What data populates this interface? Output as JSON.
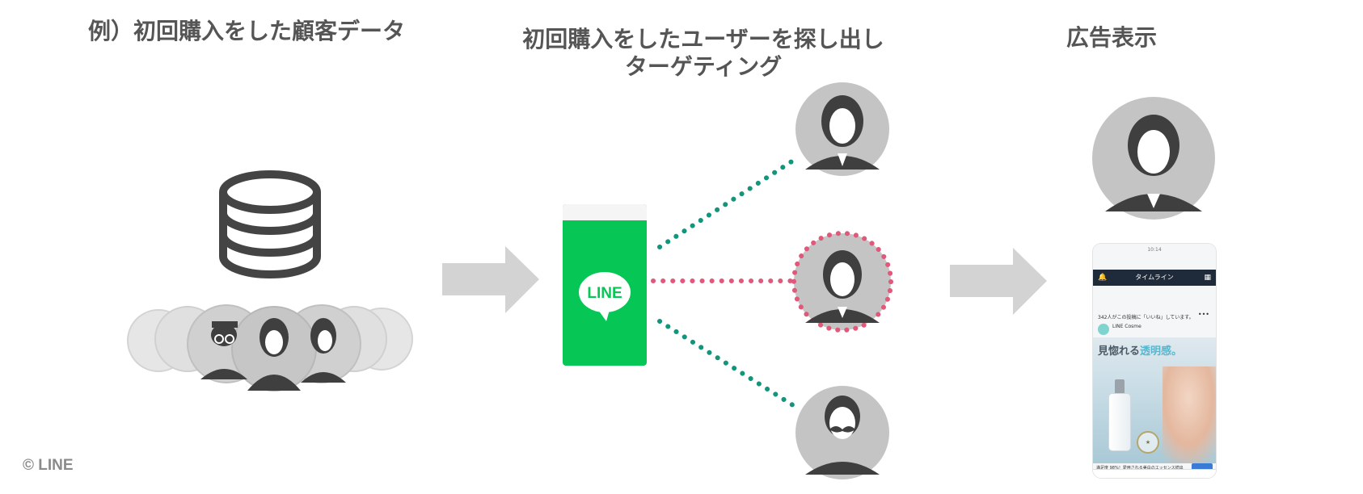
{
  "headings": {
    "step1": "例）初回購入をした顧客データ",
    "step2_line1": "初回購入をしたユーザーを探し出し",
    "step2_line2": "ターゲティング",
    "step3": "広告表示"
  },
  "line_logo_text": "LINE",
  "copyright": "© LINE",
  "phone_ad": {
    "time": "10:14",
    "nav_title": "タイムライン",
    "notice": "342人がこの投稿に「いいね」しています。",
    "account_name": "LINE Cosme",
    "headline_plain": "見惚れる",
    "headline_accent": "透明感。",
    "footer_text": "満足度 98%！愛用される美白のエッセンス続出"
  },
  "colors": {
    "line_green": "#06c755",
    "dotted_green": "#12957a",
    "dotted_pink": "#e0587a",
    "arrow_gray": "#d3d3d3",
    "avatar_gray": "#c4c4c4",
    "figure_dark": "#3f3f3f",
    "heading_gray": "#555555"
  },
  "icons": {
    "database": "database-icon",
    "customer_group": "customer-group-icon",
    "arrow": "right-arrow-icon",
    "line_app": "line-app-icon",
    "user_avatar": "user-avatar-icon"
  }
}
